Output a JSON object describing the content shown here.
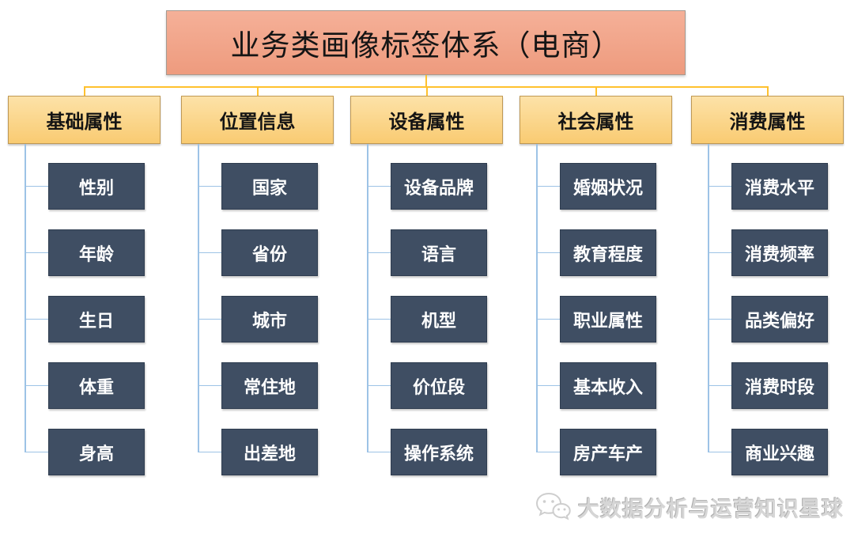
{
  "title": "业务类画像标签体系（电商）",
  "categories": [
    {
      "id": "basic-attributes",
      "label": "基础属性",
      "children": [
        "性别",
        "年龄",
        "生日",
        "体重",
        "身高"
      ]
    },
    {
      "id": "location-info",
      "label": "位置信息",
      "children": [
        "国家",
        "省份",
        "城市",
        "常住地",
        "出差地"
      ]
    },
    {
      "id": "device-attributes",
      "label": "设备属性",
      "children": [
        "设备品牌",
        "语言",
        "机型",
        "价位段",
        "操作系统"
      ]
    },
    {
      "id": "social-attributes",
      "label": "社会属性",
      "children": [
        "婚姻状况",
        "教育程度",
        "职业属性",
        "基本收入",
        "房产车产"
      ]
    },
    {
      "id": "consumption-attributes",
      "label": "消费属性",
      "children": [
        "消费水平",
        "消费频率",
        "品类偏好",
        "消费时段",
        "商业兴趣"
      ]
    }
  ],
  "watermark": {
    "icon": "wechat-icon",
    "text": "大数据分析与运营知识星球"
  },
  "colors": {
    "title_fill_top": "#F5B098",
    "title_fill_bottom": "#EE9B7E",
    "title_border": "#A49A91",
    "header_fill_top": "#FDE2A8",
    "header_fill_bottom": "#F9CB72",
    "header_border": "#BF9853",
    "child_fill": "#3F4E63",
    "child_border": "#2F3D50",
    "child_text": "#FFFFFF",
    "line_yellow": "#FFC12E",
    "line_blue": "#9DC3E6"
  }
}
